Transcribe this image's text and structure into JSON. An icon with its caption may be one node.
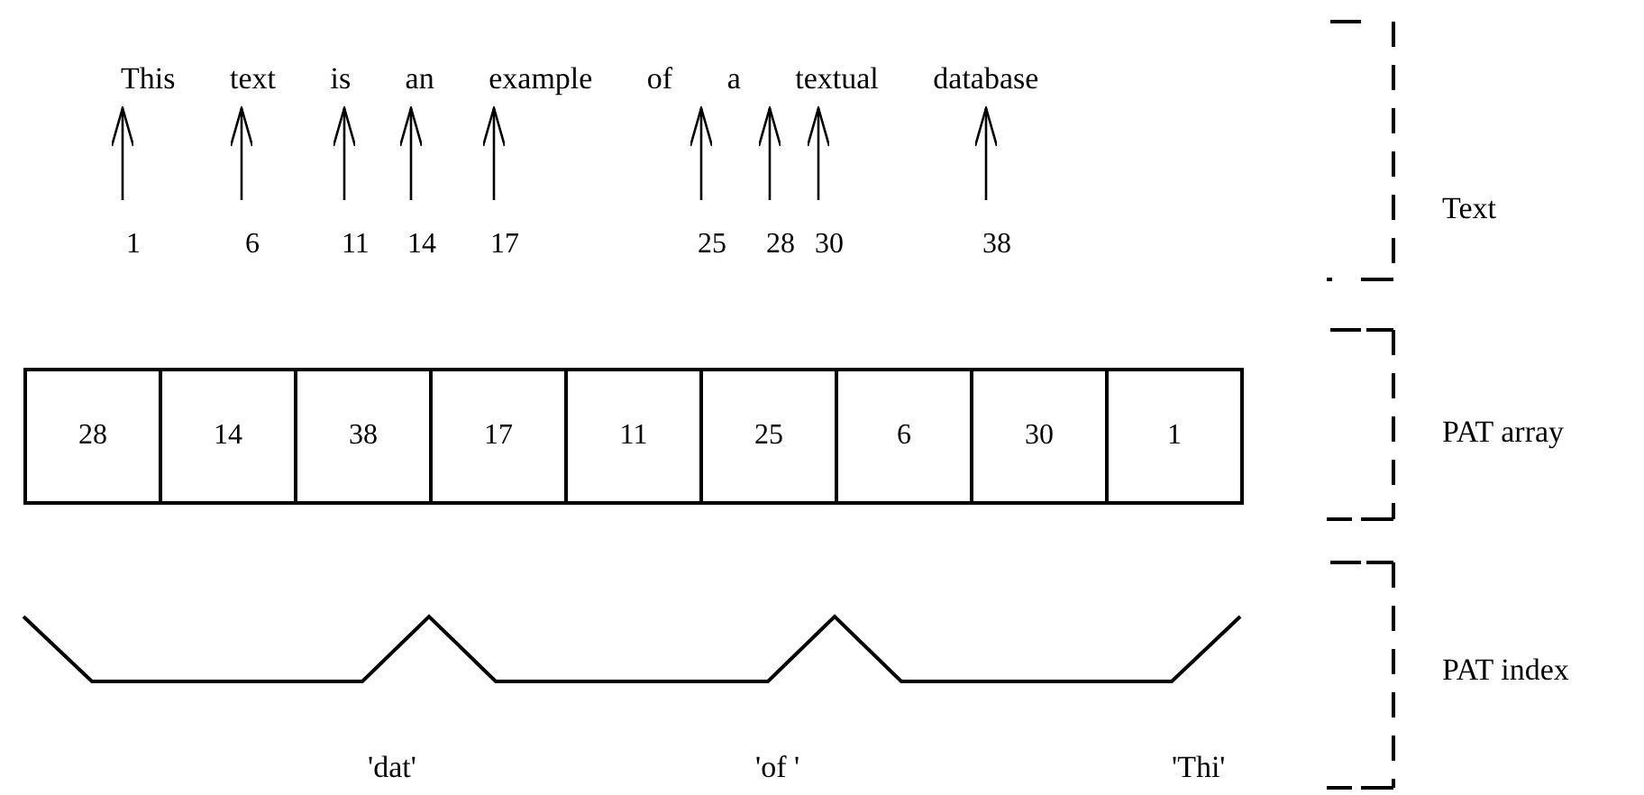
{
  "diagram": {
    "nodes": [
      {
        "text": [
          "This text is an example of a textual database"
        ]
      },
      {
        "text": [
          "1"
        ]
      },
      {
        "text": [
          "6"
        ]
      },
      {
        "text": [
          "11"
        ]
      },
      {
        "text": [
          "14"
        ]
      },
      {
        "text": [
          "17"
        ]
      },
      {
        "text": [
          "25"
        ]
      },
      {
        "text": [
          "28"
        ]
      },
      {
        "text": [
          "30"
        ]
      },
      {
        "text": [
          "38"
        ]
      },
      {
        "text": [
          "28"
        ]
      },
      {
        "text": [
          "14"
        ]
      },
      {
        "text": [
          "38"
        ]
      },
      {
        "text": [
          "17"
        ]
      },
      {
        "text": [
          "11"
        ]
      },
      {
        "text": [
          "25"
        ]
      },
      {
        "text": [
          "6"
        ]
      },
      {
        "text": [
          "30"
        ]
      },
      {
        "text": [
          "1"
        ]
      }
    ],
    "edges": [
      {
        "from": 1,
        "to": 0,
        "arrow": "to"
      },
      {
        "from": 2,
        "to": 0,
        "arrow": "to"
      },
      {
        "from": 3,
        "to": 0,
        "arrow": "to"
      },
      {
        "from": 4,
        "to": 0,
        "arrow": "to"
      },
      {
        "from": 5,
        "to": 0,
        "arrow": "to"
      },
      {
        "from": 6,
        "to": 0,
        "arrow": "to"
      },
      {
        "from": 7,
        "to": 0,
        "arrow": "to"
      },
      {
        "from": 8,
        "to": 0,
        "arrow": "to"
      },
      {
        "from": 9,
        "to": 0,
        "arrow": "to"
      }
    ],
    "labels": [
      "Text",
      "PAT array",
      "PAT index",
      "'dat'",
      "'of '",
      "'Thi'"
    ]
  }
}
